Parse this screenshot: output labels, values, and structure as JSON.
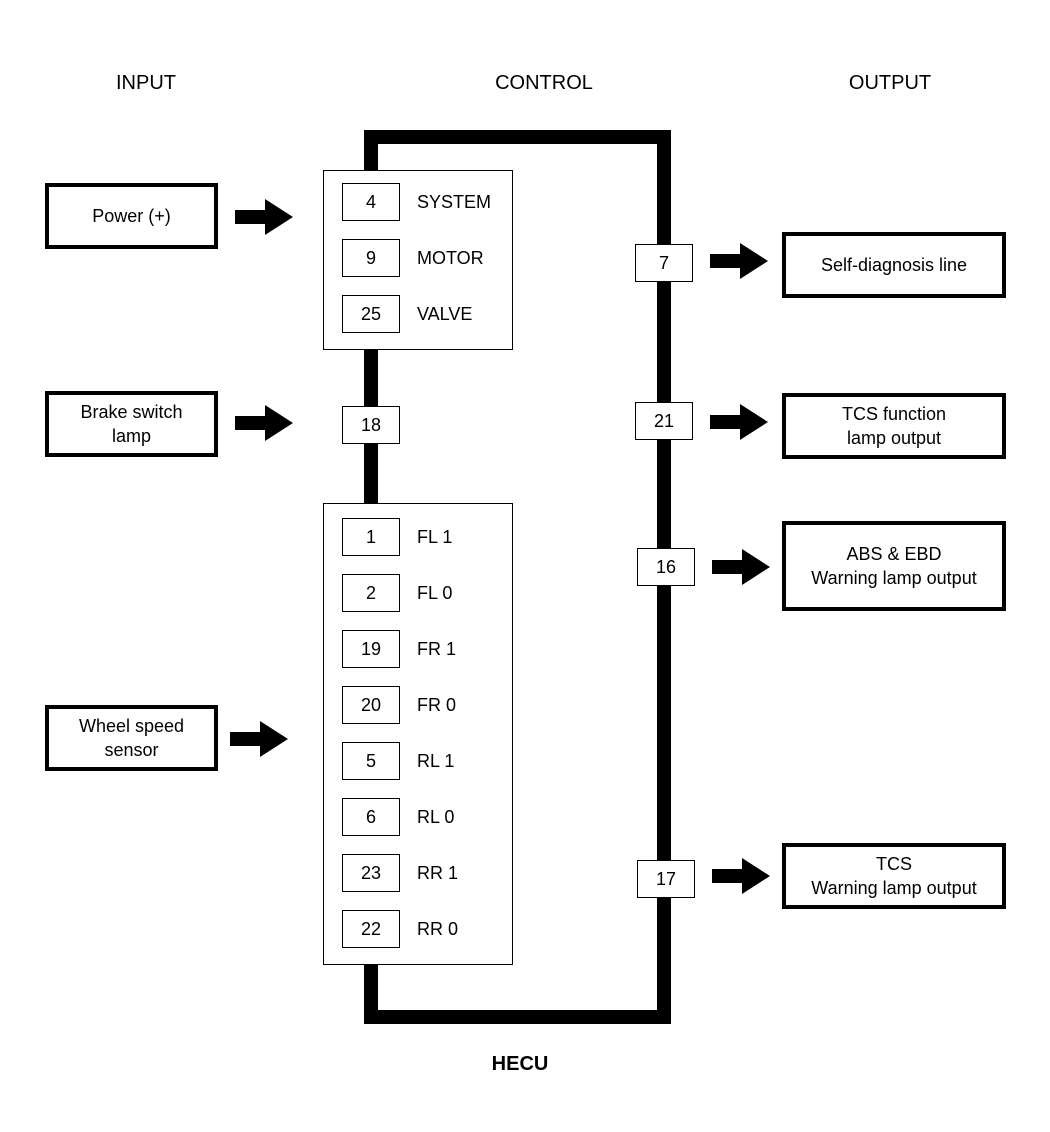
{
  "headers": {
    "input": "INPUT",
    "control": "CONTROL",
    "output": "OUTPUT"
  },
  "title": "HECU",
  "inputs": [
    {
      "label_lines": [
        "Power (+)"
      ]
    },
    {
      "label_lines": [
        "Brake switch",
        "lamp"
      ]
    },
    {
      "label_lines": [
        "Wheel speed",
        "sensor"
      ]
    }
  ],
  "power_pins": [
    {
      "pin": "4",
      "label": "SYSTEM"
    },
    {
      "pin": "9",
      "label": "MOTOR"
    },
    {
      "pin": "25",
      "label": "VALVE"
    }
  ],
  "brake_pin": "18",
  "wheel_pins": [
    {
      "pin": "1",
      "label": "FL 1"
    },
    {
      "pin": "2",
      "label": "FL 0"
    },
    {
      "pin": "19",
      "label": "FR 1"
    },
    {
      "pin": "20",
      "label": "FR 0"
    },
    {
      "pin": "5",
      "label": "RL 1"
    },
    {
      "pin": "6",
      "label": "RL 0"
    },
    {
      "pin": "23",
      "label": "RR 1"
    },
    {
      "pin": "22",
      "label": "RR 0"
    }
  ],
  "outputs": [
    {
      "pin": "7",
      "label_lines": [
        "Self-diagnosis line"
      ]
    },
    {
      "pin": "21",
      "label_lines": [
        "TCS function",
        "lamp output"
      ]
    },
    {
      "pin": "16",
      "label_lines": [
        "ABS & EBD",
        "Warning lamp output"
      ]
    },
    {
      "pin": "17",
      "label_lines": [
        "TCS",
        "Warning lamp output"
      ]
    }
  ]
}
